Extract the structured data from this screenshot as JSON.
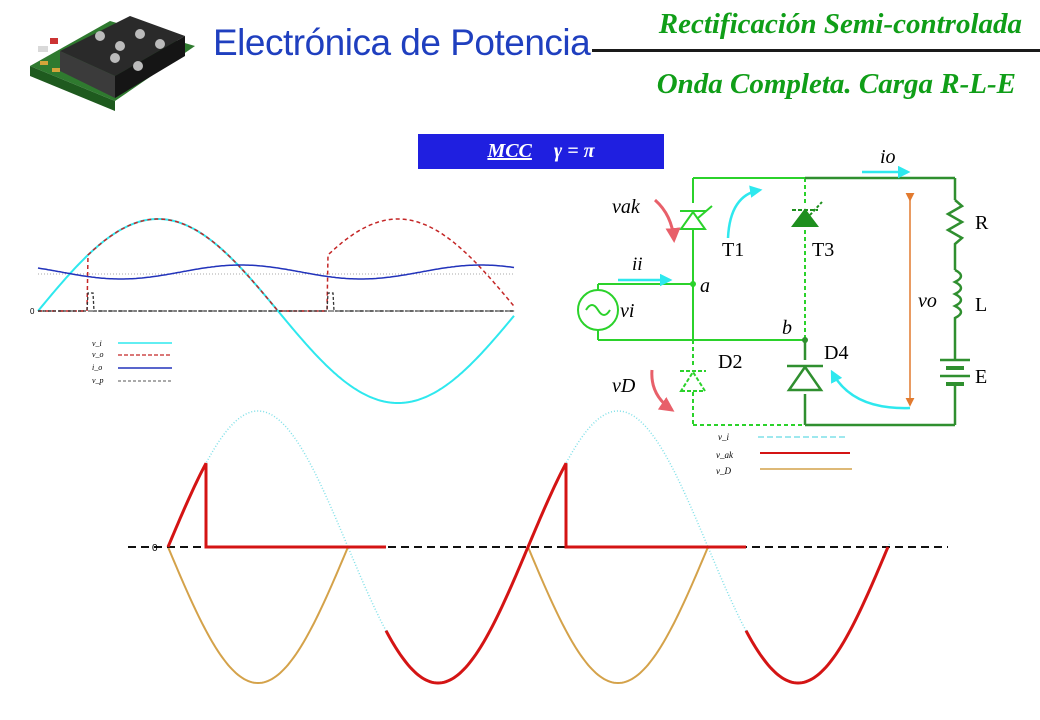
{
  "header": {
    "brand": "Electrónica de Potencia",
    "title_line1": "Rectificación Semi-controlada",
    "title_line2": "Onda Completa. Carga R-L-E"
  },
  "mode_box": {
    "label": "MCC",
    "formula": "γ = π"
  },
  "top_plot": {
    "origin_label": "0",
    "legend": [
      "v_i",
      "v_o",
      "i_o",
      "v_p"
    ],
    "colors": [
      "#2ee8ee",
      "#c42626",
      "#2233bb",
      "#777777"
    ]
  },
  "bottom_plot": {
    "origin_label": "0",
    "legend": [
      "v_i",
      "v_ak",
      "v_D"
    ],
    "colors": [
      "#7fe0e8",
      "#d41414",
      "#d4a24a"
    ]
  },
  "circuit": {
    "io_label": "io",
    "vak_label": "vak",
    "ii_label": "ii",
    "vi_label": "vi",
    "vo_label": "vo",
    "vD_label": "vD",
    "node_a": "a",
    "node_b": "b",
    "T1": "T1",
    "T3": "T3",
    "D2": "D2",
    "D4": "D4",
    "R": "R",
    "L": "L",
    "E": "E"
  }
}
